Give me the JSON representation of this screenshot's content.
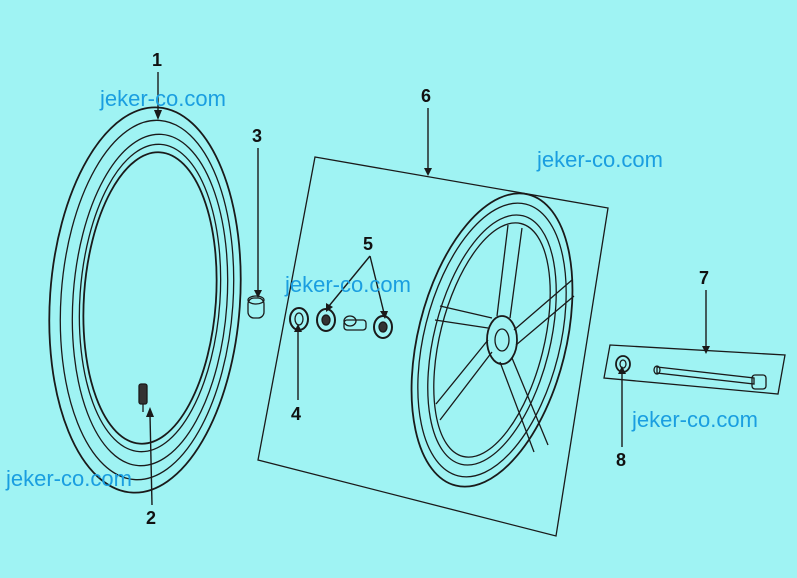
{
  "colors": {
    "background": "#9ff3f3",
    "line": "#1a1a1a",
    "watermark": "#1a9ee0"
  },
  "callouts": [
    {
      "id": "1",
      "label": "1"
    },
    {
      "id": "2",
      "label": "2"
    },
    {
      "id": "3",
      "label": "3"
    },
    {
      "id": "4",
      "label": "4"
    },
    {
      "id": "5",
      "label": "5"
    },
    {
      "id": "6",
      "label": "6"
    },
    {
      "id": "7",
      "label": "7"
    },
    {
      "id": "8",
      "label": "8"
    }
  ],
  "watermarks": [
    "jeker-co.com",
    "jeker-co.com",
    "jeker-co.com",
    "jeker-co.com",
    "jeker-co.com"
  ]
}
